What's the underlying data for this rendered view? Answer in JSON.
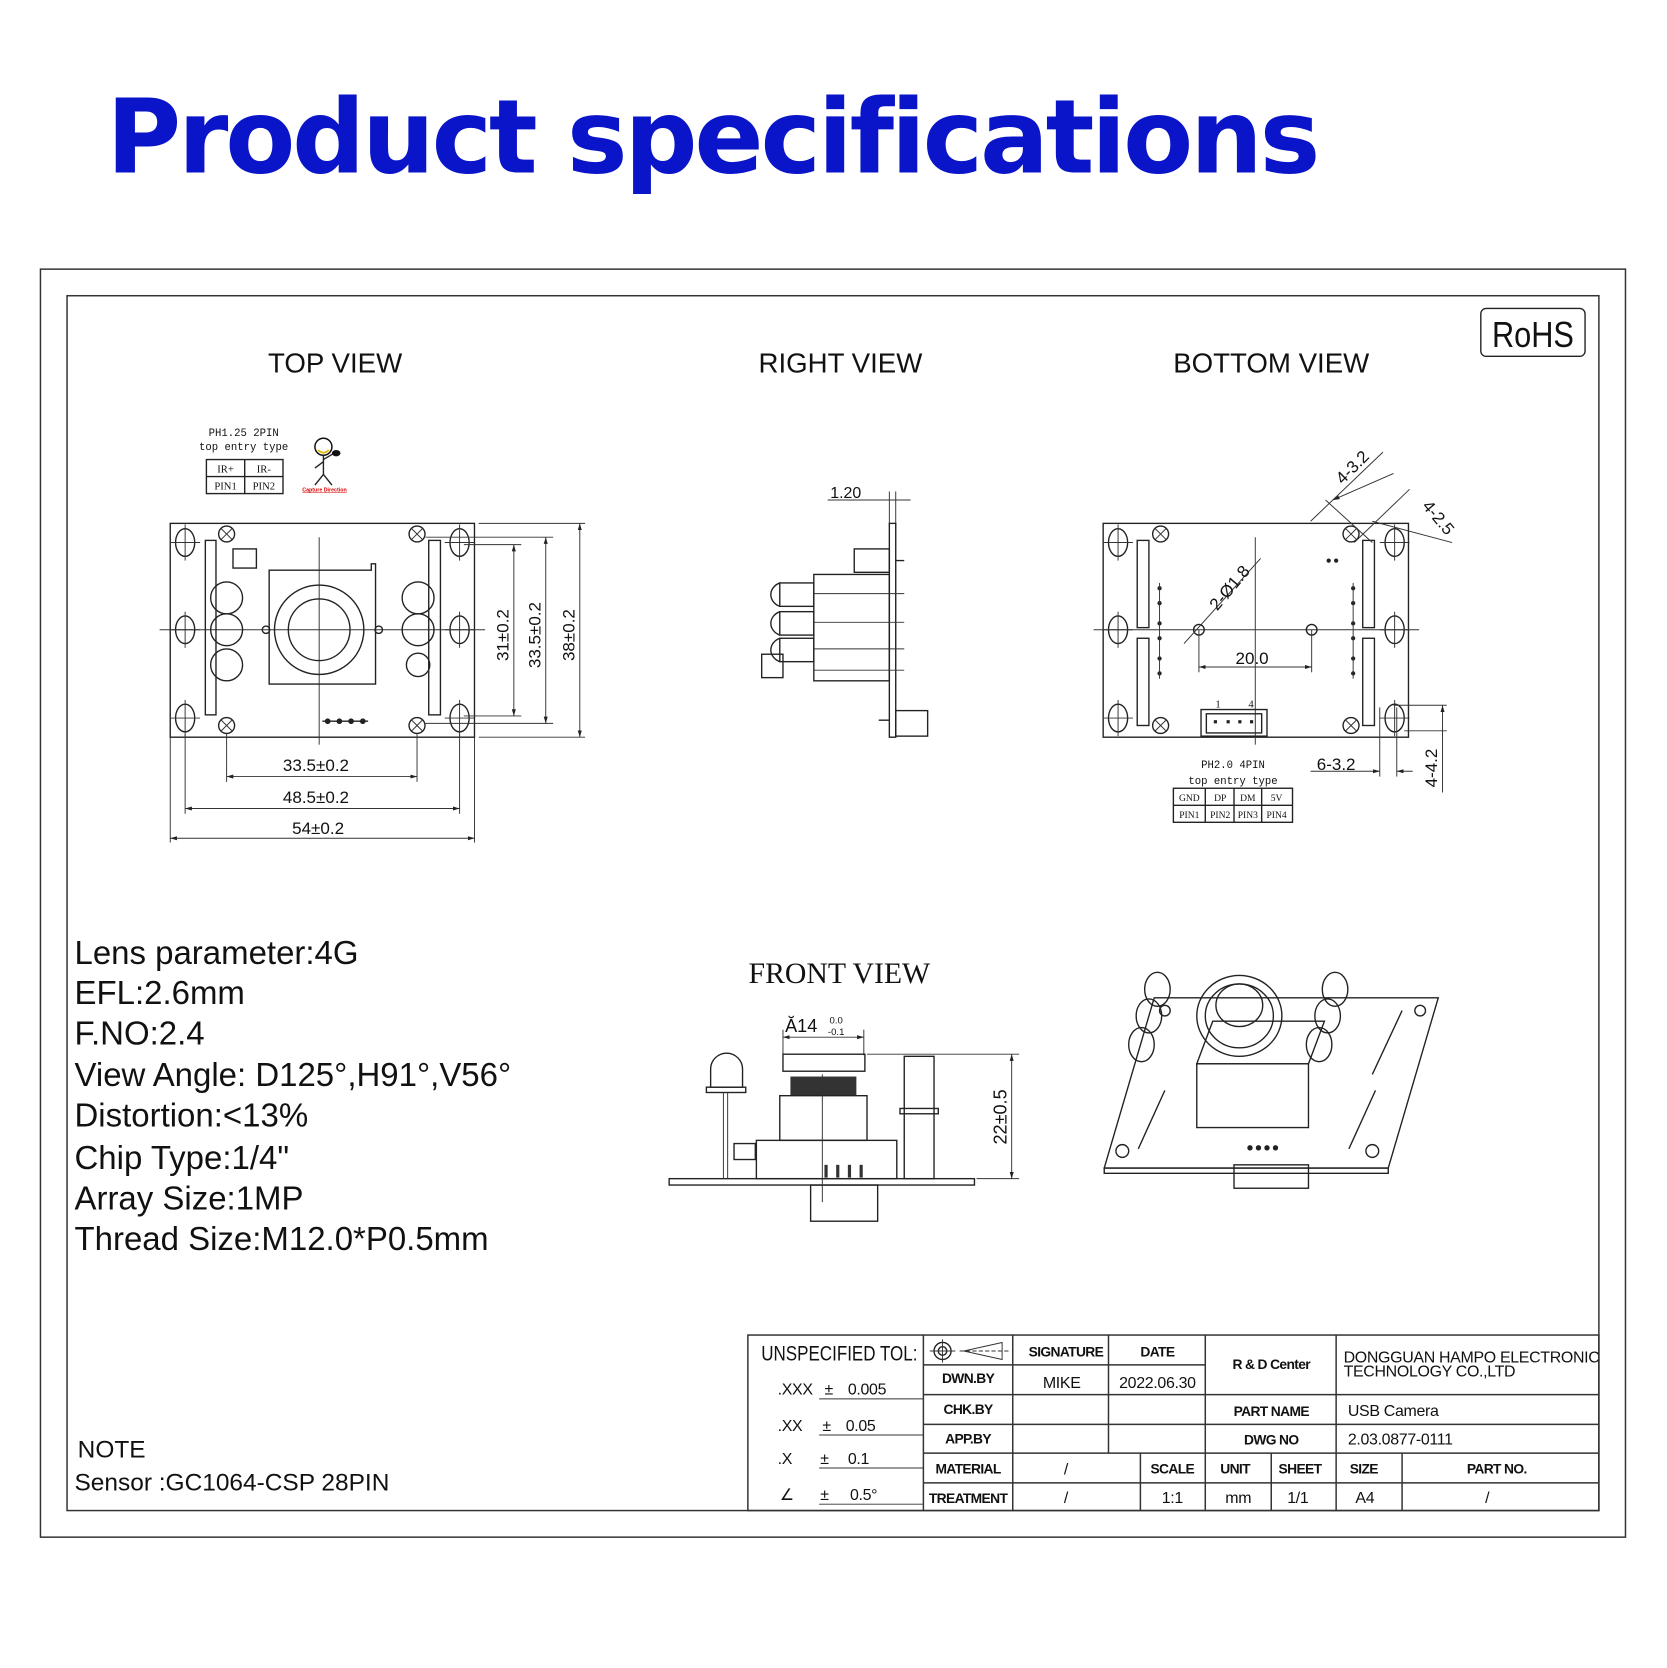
{
  "title": "Product specifications",
  "rohs": "RoHS",
  "views": {
    "top": "TOP VIEW",
    "right": "RIGHT VIEW",
    "bottom": "BOTTOM VIEW",
    "front": "FRONT VIEW"
  },
  "top_view": {
    "connector_type": "PH1.25  2PIN",
    "entry_type": "top entry type",
    "pins": [
      {
        "signal": "IR+",
        "pin": "PIN1"
      },
      {
        "signal": "IR-",
        "pin": "PIN2"
      }
    ],
    "capture_direction": "Capture Direction",
    "dims": {
      "h1": "33.5±0.2",
      "h2": "48.5±0.2",
      "h3": "54±0.2",
      "v1": "31±0.2",
      "v2": "33.5±0.2",
      "v3": "38±0.2"
    }
  },
  "right_view": {
    "dim": "1.20"
  },
  "bottom_view": {
    "dims": {
      "hole_dia": "2-Ø1.8",
      "span": "20.0",
      "d1": "4-3.2",
      "d2": "4-2.5",
      "d3": "6-3.2",
      "d4": "4-4.2"
    },
    "connector_type": "PH2.0  4PIN",
    "entry_type": "top entry type",
    "pin_numbers": [
      "1",
      "4"
    ],
    "pins": [
      {
        "signal": "GND",
        "pin": "PIN1"
      },
      {
        "signal": "DP",
        "pin": "PIN2"
      },
      {
        "signal": "DM",
        "pin": "PIN3"
      },
      {
        "signal": "5V",
        "pin": "PIN4"
      }
    ]
  },
  "front_view": {
    "lens_dia": "Ă14",
    "tol_upper": "0.0",
    "tol_lower": "-0.1",
    "height": "22±0.5"
  },
  "specs": [
    "Lens parameter:4G",
    "EFL:2.6mm",
    "F.NO:2.4",
    "View Angle:  D125°,H91°,V56°",
    "Distortion:<13%",
    "Chip Type:1/4\"",
    "Array Size:1MP",
    "Thread Size:M12.0*P0.5mm"
  ],
  "note": {
    "label": "NOTE",
    "sensor": "Sensor :GC1064-CSP 28PIN"
  },
  "title_block": {
    "unspecified_tol": "UNSPECIFIED TOL:",
    "tolerances": [
      {
        "k": ".XXX",
        "pm": "±",
        "v": "0.005"
      },
      {
        "k": ".XX",
        "pm": "±",
        "v": "0.05"
      },
      {
        "k": ".X",
        "pm": "±",
        "v": "0.1"
      },
      {
        "k": "∠",
        "pm": "±",
        "v": "0.5°"
      }
    ],
    "signature": "SIGNATURE",
    "date": "DATE",
    "dwn_by": "DWN.BY",
    "dwn_name": "MIKE",
    "dwn_date": "2022.06.30",
    "chk_by": "CHK.BY",
    "app_by": "APP.BY",
    "rd_center": "R & D Center",
    "company_line1": "DONGGUAN HAMPO ELECTRONIC",
    "company_line2": "TECHNOLOGY CO.,LTD",
    "part_name_label": "PART NAME",
    "part_name": "USB  Camera",
    "dwg_no_label": "DWG NO",
    "dwg_no": "2.03.0877-0111",
    "material": "MATERIAL",
    "material_val": "/",
    "treatment": "TREATMENT",
    "treatment_val": "/",
    "scale": "SCALE",
    "scale_val": "1:1",
    "unit": "UNIT",
    "unit_val": "mm",
    "sheet": "SHEET",
    "sheet_val": "1/1",
    "size": "SIZE",
    "size_val": "A4",
    "part_no": "PART NO.",
    "part_no_val": "/"
  }
}
